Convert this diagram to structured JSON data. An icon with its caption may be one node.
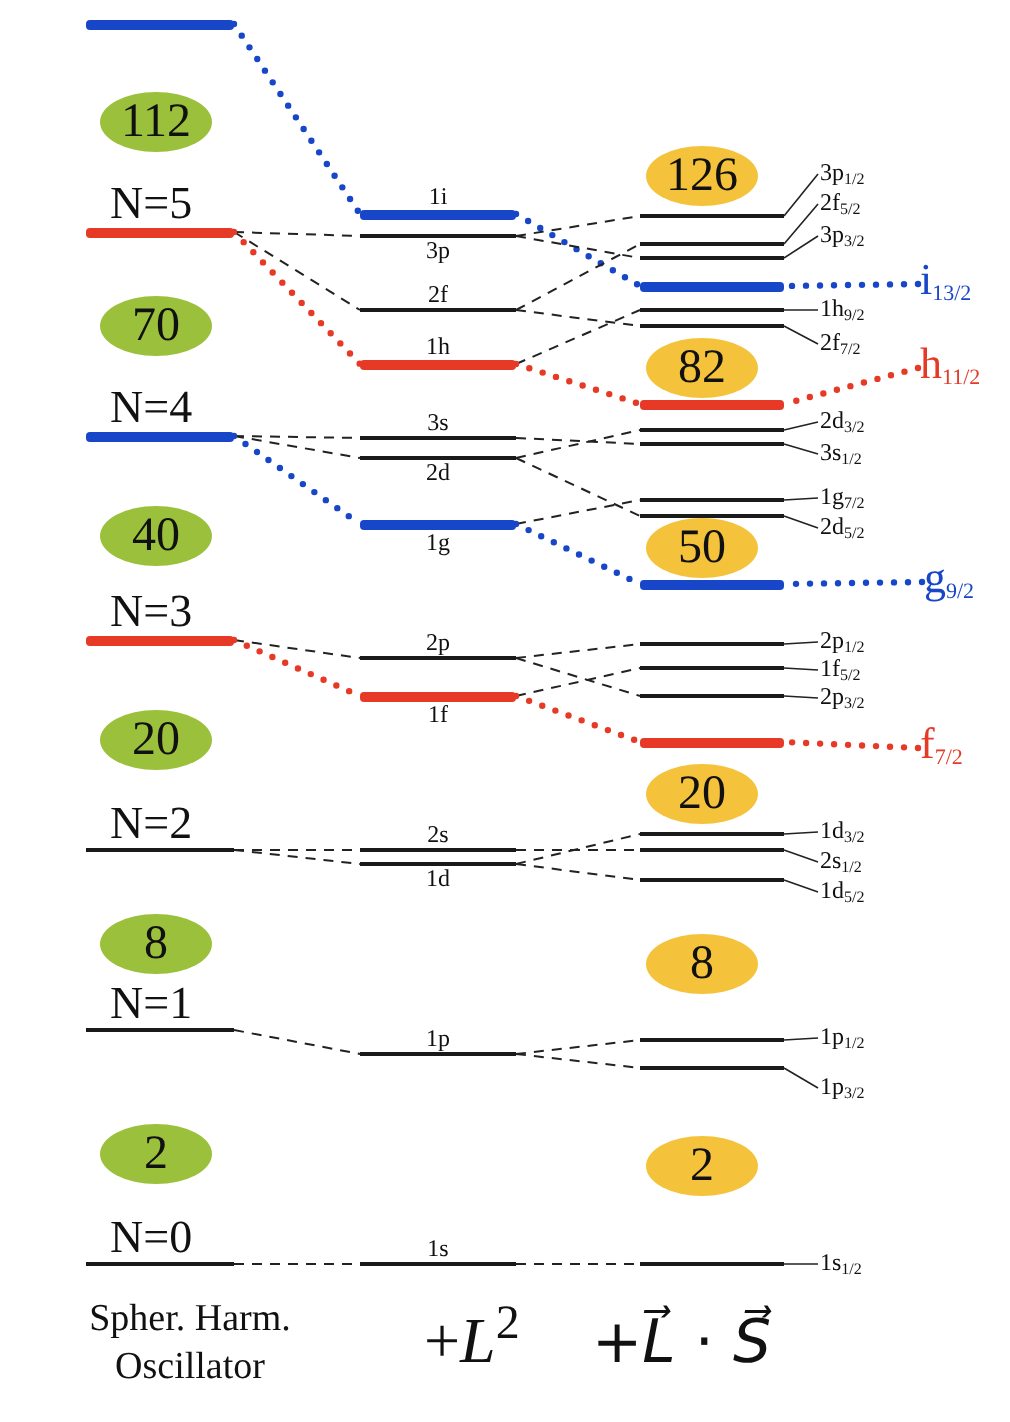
{
  "diagram": {
    "nodes": [
      {
        "text": [],
        "shape": "bar"
      },
      {
        "text": [
          "N=5"
        ]
      },
      {
        "text": [
          "N=4"
        ]
      },
      {
        "text": [
          "N=3"
        ]
      },
      {
        "text": [
          "N=2"
        ]
      },
      {
        "text": [
          "N=1"
        ]
      },
      {
        "text": [
          "N=0"
        ]
      },
      {
        "text": [
          "112"
        ]
      },
      {
        "text": [
          "70"
        ]
      },
      {
        "text": [
          "40"
        ]
      },
      {
        "text": [
          "20"
        ]
      },
      {
        "text": [
          "8"
        ]
      },
      {
        "text": [
          "2"
        ]
      },
      {
        "text": [
          "1i"
        ]
      },
      {
        "text": [
          "3p"
        ]
      },
      {
        "text": [
          "2f"
        ]
      },
      {
        "text": [
          "1h"
        ]
      },
      {
        "text": [
          "3s"
        ]
      },
      {
        "text": [
          "2d"
        ]
      },
      {
        "text": [
          "1g"
        ]
      },
      {
        "text": [
          "2p"
        ]
      },
      {
        "text": [
          "1f"
        ]
      },
      {
        "text": [
          "2s"
        ]
      },
      {
        "text": [
          "1d"
        ]
      },
      {
        "text": [
          "1p"
        ]
      },
      {
        "text": [
          "1s"
        ]
      },
      {
        "text": [
          "126"
        ]
      },
      {
        "text": [
          "82"
        ]
      },
      {
        "text": [
          "50"
        ]
      },
      {
        "text": [
          "20"
        ]
      },
      {
        "text": [
          "8"
        ]
      },
      {
        "text": [
          "2"
        ]
      },
      {
        "text": [],
        "shape": "bar"
      },
      {
        "text": [],
        "shape": "bar"
      },
      {
        "text": [],
        "shape": "bar"
      },
      {
        "text": [],
        "shape": "bar"
      },
      {
        "text": [],
        "shape": "bar"
      },
      {
        "text": [],
        "shape": "bar"
      },
      {
        "text": [],
        "shape": "bar"
      },
      {
        "text": [],
        "shape": "bar"
      },
      {
        "text": [],
        "shape": "bar"
      },
      {
        "text": [],
        "shape": "bar"
      },
      {
        "text": [],
        "shape": "bar"
      },
      {
        "text": [],
        "shape": "bar"
      },
      {
        "text": [],
        "shape": "bar"
      },
      {
        "text": [],
        "shape": "bar"
      },
      {
        "text": [],
        "shape": "bar"
      },
      {
        "text": [],
        "shape": "bar"
      },
      {
        "text": [],
        "shape": "bar"
      },
      {
        "text": [],
        "shape": "bar"
      },
      {
        "text": [],
        "shape": "bar"
      },
      {
        "text": [],
        "shape": "bar"
      },
      {
        "text": [],
        "shape": "bar"
      },
      {
        "text": [],
        "shape": "bar"
      },
      {
        "text": [
          "3p$_{1/2}$"
        ]
      },
      {
        "text": [
          "2f$_{5/2}$"
        ]
      },
      {
        "text": [
          "3p$_{3/2}$"
        ]
      },
      {
        "text": [
          "i$_{13/2}$"
        ]
      },
      {
        "text": [
          "1h$_{9/2}$"
        ]
      },
      {
        "text": [
          "2f$_{7/2}$"
        ]
      },
      {
        "text": [
          "h$_{11/2}$"
        ]
      },
      {
        "text": [
          "2d$_{3/2}$"
        ]
      },
      {
        "text": [
          "3s$_{1/2}$"
        ]
      },
      {
        "text": [
          "1g$_{7/2}$"
        ]
      },
      {
        "text": [
          "2d$_{5/2}$"
        ]
      },
      {
        "text": [
          "g$_{9/2}$"
        ]
      },
      {
        "text": [
          "2p$_{1/2}$"
        ]
      },
      {
        "text": [
          "1f$_{5/2}$"
        ]
      },
      {
        "text": [
          "2p$_{3/2}$"
        ]
      },
      {
        "text": [
          "f$_{7/2}$"
        ]
      },
      {
        "text": [
          "1d$_{3/2}$"
        ]
      },
      {
        "text": [
          "2s$_{1/2}$"
        ]
      },
      {
        "text": [
          "1d$_{5/2}$"
        ]
      },
      {
        "text": [
          "1p$_{1/2}$"
        ]
      },
      {
        "text": [
          "1p$_{3/2}$"
        ]
      },
      {
        "text": [
          "1s$_{1/2}$"
        ]
      }
    ],
    "edges": [
      {
        "from": 0,
        "to": 13,
        "arrow": "none",
        "style": "dashed",
        "color": "#1846c8"
      },
      {
        "from": 1,
        "to": 14,
        "arrow": "none",
        "style": "dashed"
      },
      {
        "from": 1,
        "to": 15,
        "arrow": "none",
        "style": "dashed"
      },
      {
        "from": 1,
        "to": 16,
        "arrow": "none",
        "style": "dashed",
        "color": "#e63a26"
      },
      {
        "from": 2,
        "to": 17,
        "arrow": "none",
        "style": "dashed"
      },
      {
        "from": 2,
        "to": 18,
        "arrow": "none",
        "style": "dashed"
      },
      {
        "from": 2,
        "to": 19,
        "arrow": "none",
        "style": "dashed",
        "color": "#1846c8"
      },
      {
        "from": 3,
        "to": 20,
        "arrow": "none",
        "style": "dashed"
      },
      {
        "from": 3,
        "to": 21,
        "arrow": "none",
        "style": "dashed",
        "color": "#e63a26"
      },
      {
        "from": 4,
        "to": 22,
        "arrow": "none",
        "style": "dashed"
      },
      {
        "from": 4,
        "to": 23,
        "arrow": "none",
        "style": "dashed"
      },
      {
        "from": 5,
        "to": 24,
        "arrow": "none",
        "style": "dashed"
      },
      {
        "from": 6,
        "to": 25,
        "arrow": "none",
        "style": "dashed"
      },
      {
        "from": 13,
        "to": 35,
        "arrow": "none",
        "style": "dashed",
        "color": "#1846c8"
      },
      {
        "from": 14,
        "to": 32,
        "arrow": "none",
        "style": "dashed"
      },
      {
        "from": 14,
        "to": 34,
        "arrow": "none",
        "style": "dashed"
      },
      {
        "from": 15,
        "to": 33,
        "arrow": "none",
        "style": "dashed"
      },
      {
        "from": 15,
        "to": 37,
        "arrow": "none",
        "style": "dashed"
      },
      {
        "from": 16,
        "to": 36,
        "arrow": "none",
        "style": "dashed"
      },
      {
        "from": 16,
        "to": 38,
        "arrow": "none",
        "style": "dashed",
        "color": "#e63a26"
      },
      {
        "from": 17,
        "to": 40,
        "arrow": "none",
        "style": "dashed"
      },
      {
        "from": 18,
        "to": 39,
        "arrow": "none",
        "style": "dashed"
      },
      {
        "from": 18,
        "to": 42,
        "arrow": "none",
        "style": "dashed"
      },
      {
        "from": 19,
        "to": 41,
        "arrow": "none",
        "style": "dashed"
      },
      {
        "from": 19,
        "to": 43,
        "arrow": "none",
        "style": "dashed",
        "color": "#1846c8"
      },
      {
        "from": 20,
        "to": 44,
        "arrow": "none",
        "style": "dashed"
      },
      {
        "from": 20,
        "to": 46,
        "arrow": "none",
        "style": "dashed"
      },
      {
        "from": 21,
        "to": 45,
        "arrow": "none",
        "style": "dashed"
      },
      {
        "from": 21,
        "to": 47,
        "arrow": "none",
        "style": "dashed",
        "color": "#e63a26"
      },
      {
        "from": 22,
        "to": 49,
        "arrow": "none",
        "style": "dashed"
      },
      {
        "from": 23,
        "to": 48,
        "arrow": "none",
        "style": "dashed"
      },
      {
        "from": 23,
        "to": 50,
        "arrow": "none",
        "style": "dashed"
      },
      {
        "from": 24,
        "to": 51,
        "arrow": "none",
        "style": "dashed"
      },
      {
        "from": 24,
        "to": 52,
        "arrow": "none",
        "style": "dashed"
      },
      {
        "from": 25,
        "to": 53,
        "arrow": "none",
        "style": "dashed"
      },
      {
        "from": 54,
        "to": 32,
        "arrow": "none"
      },
      {
        "from": 55,
        "to": 33,
        "arrow": "none"
      },
      {
        "from": 56,
        "to": 34,
        "arrow": "none"
      },
      {
        "from": 57,
        "to": 35,
        "arrow": "none",
        "style": "dashed",
        "color": "#1846c8"
      },
      {
        "from": 58,
        "to": 36,
        "arrow": "none"
      },
      {
        "from": 59,
        "to": 37,
        "arrow": "none"
      },
      {
        "from": 60,
        "to": 38,
        "arrow": "none",
        "style": "dashed",
        "color": "#e63a26"
      },
      {
        "from": 61,
        "to": 39,
        "arrow": "none"
      },
      {
        "from": 62,
        "to": 40,
        "arrow": "none"
      },
      {
        "from": 63,
        "to": 41,
        "arrow": "none"
      },
      {
        "from": 64,
        "to": 42,
        "arrow": "none"
      },
      {
        "from": 65,
        "to": 43,
        "arrow": "none",
        "style": "dashed",
        "color": "#1846c8"
      },
      {
        "from": 66,
        "to": 44,
        "arrow": "none"
      },
      {
        "from": 67,
        "to": 45,
        "arrow": "none"
      },
      {
        "from": 68,
        "to": 46,
        "arrow": "none"
      },
      {
        "from": 69,
        "to": 47,
        "arrow": "none",
        "style": "dashed",
        "color": "#e63a26"
      },
      {
        "from": 70,
        "to": 48,
        "arrow": "none"
      },
      {
        "from": 71,
        "to": 49,
        "arrow": "none"
      },
      {
        "from": 72,
        "to": 50,
        "arrow": "none"
      },
      {
        "from": 73,
        "to": 51,
        "arrow": "none"
      },
      {
        "from": 74,
        "to": 52,
        "arrow": "none"
      },
      {
        "from": 75,
        "to": 53,
        "arrow": "none"
      }
    ],
    "labels": [
      "Spher. Harm. Oscillator",
      "+*L*$^{2}$",
      "+*L⃗* · *S⃗*"
    ]
  }
}
